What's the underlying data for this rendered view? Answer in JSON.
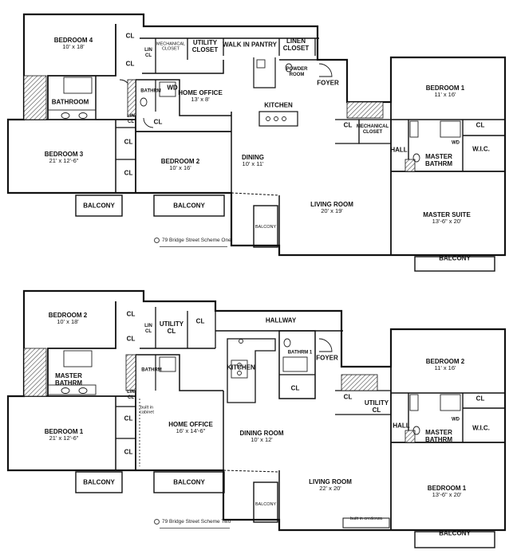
{
  "scheme_one": {
    "caption": "79 Bridge Street Scheme One",
    "rooms": {
      "bedroom4": {
        "name": "BEDROOM 4",
        "dim": "10' x 18'"
      },
      "bedroom3": {
        "name": "BEDROOM 3",
        "dim": "21' x 12'-6\""
      },
      "bedroom2": {
        "name": "BEDROOM 2",
        "dim": "10' x 16'"
      },
      "bedroom1": {
        "name": "BEDROOM 1",
        "dim": "11' x 16'"
      },
      "home_office": {
        "name": "HOME OFFICE",
        "dim": "13' x 8'"
      },
      "dining": {
        "name": "DINING",
        "dim": "10' x 11'"
      },
      "living_room": {
        "name": "LIVING ROOM",
        "dim": "20' x 19'"
      },
      "master_suite": {
        "name": "MASTER SUITE",
        "dim": "13'-6\" x 20'"
      },
      "bathroom": "BATHROOM",
      "bathrm": "BATHRM",
      "master_bathrm": "MASTER BATHRM",
      "mechanical_closet_small": "MECHANICAL CLOSET",
      "utility_closet": "UTILITY CLOSET",
      "walk_in_pantry": "WALK IN PANTRY",
      "linen_closet": "LINEN CLOSET",
      "powder_room": "POWDER ROOM",
      "foyer": "FOYER",
      "kitchen": "KITCHEN",
      "mechanical_closet": "MECHANICAL CLOSET",
      "hall": "HALL",
      "wic": "W.I.C.",
      "wd": "WD",
      "lin_cl": "LIN CL",
      "cl": "CL",
      "balcony": "BALCONY"
    }
  },
  "scheme_two": {
    "caption": "79 Bridge Street Scheme Two",
    "rooms": {
      "bedroom2_left": {
        "name": "BEDROOM 2",
        "dim": "10' x 18'"
      },
      "bedroom1_left": {
        "name": "BEDROOM 1",
        "dim": "21' x 12'-6\""
      },
      "home_office": {
        "name": "HOME OFFICE",
        "dim": "16' x 14'-6\""
      },
      "dining_room": {
        "name": "DINING ROOM",
        "dim": "10' x 12'"
      },
      "living_room": {
        "name": "LIVING ROOM",
        "dim": "22' x 20'"
      },
      "bedroom2_right": {
        "name": "BEDROOM 2",
        "dim": "11' x 16'"
      },
      "bedroom1_right": {
        "name": "BEDROOM 1",
        "dim": "13'-6\" x 20'"
      },
      "master_bathrm_left": "MASTER BATHRM",
      "master_bathrm_right": "MASTER BATHRM",
      "bathrm": "BATHRM",
      "bathrm1": "BATHRM 1",
      "utility_cl": "UTILITY CL",
      "utility": "UTILITY",
      "hallway": "HALLWAY",
      "kitchen": "KITCHEN",
      "foyer": "FOYER",
      "hall": "HALL",
      "wic": "W.I.C.",
      "wd": "WD",
      "lin_cl": "LIN CL",
      "cl": "CL",
      "built_in_cabinet": "built in cabinet",
      "built_in_credenza": "built in credenza",
      "balcony": "BALCONY"
    }
  }
}
